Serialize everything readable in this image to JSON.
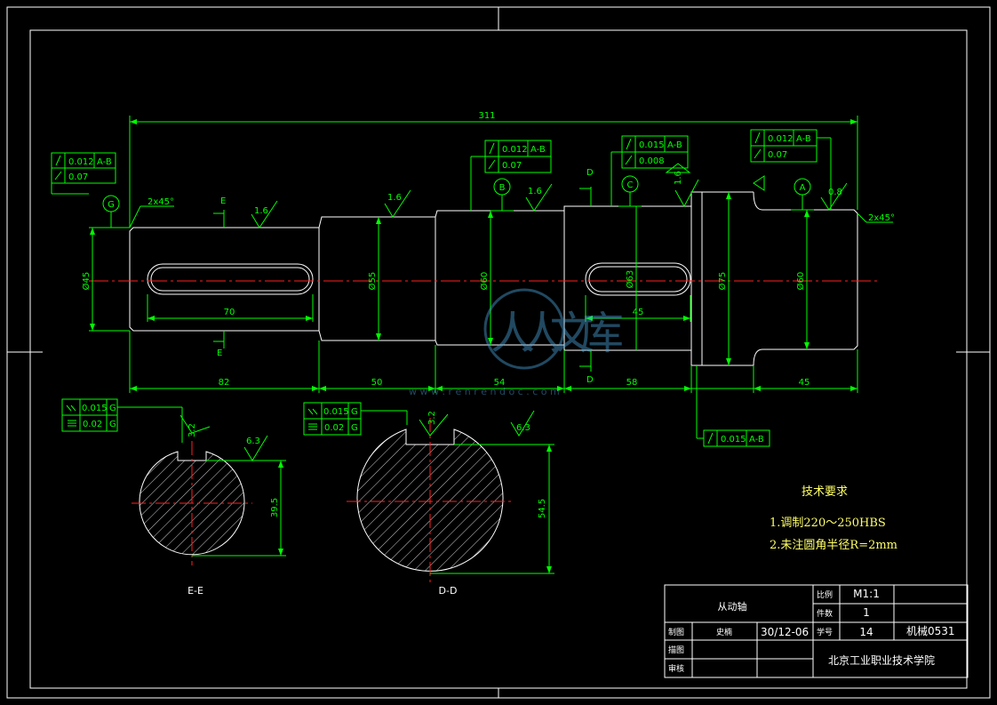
{
  "part_name": "从动轴",
  "scale_label": "比例",
  "scale_value": "M1:1",
  "qty_label": "件数",
  "qty_value": "1",
  "draw_label": "制图",
  "drawer": "史楠",
  "date": "30/12-06",
  "seq_label": "学号",
  "seq_value": "14",
  "drawing_no": "机械0531",
  "check_label": "描图",
  "review_label": "审核",
  "school": "北京工业职业技术学院",
  "tech_title": "技术要求",
  "tech_1": "1.调制220～250HBS",
  "tech_2": "2.未注圆角半径R=2mm",
  "dims": {
    "overall": "311",
    "l1": "82",
    "l2": "50",
    "l3": "54",
    "l4": "58",
    "l5": "45",
    "key1": "70",
    "key2": "45",
    "d1": "Ø45",
    "d2": "Ø55",
    "d3": "Ø60",
    "d4": "Ø63",
    "d5": "Ø75",
    "d6": "Ø60",
    "cham_l": "2x45°",
    "cham_r": "2x45°",
    "ee_depth": "39.5",
    "dd_depth": "54.5"
  },
  "rough": {
    "r16": "1.6",
    "r08": "0.8",
    "r63": "6.3",
    "r32": "3.2"
  },
  "tol": {
    "runout_012": "0.012",
    "runout_015": "0.015",
    "cyl_007": "0.07",
    "cyl_008": "0.008",
    "par_015": "0.015",
    "sym_002": "0.02",
    "ref_ab": "A-B",
    "ref_g": "G"
  },
  "datums": {
    "a": "A",
    "b": "B",
    "c": "C",
    "g": "G"
  },
  "sections": {
    "ee": "E-E",
    "dd": "D-D",
    "e": "E",
    "d": "D"
  },
  "watermark": "人人文库",
  "watermark_url": "w w w . r e n r e n d o c . c o m"
}
